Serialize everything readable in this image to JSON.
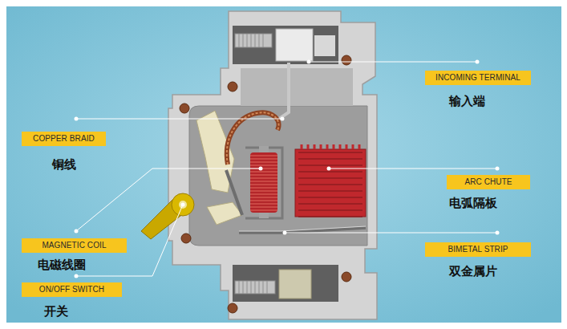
{
  "diagram": {
    "nodes": [
      {
        "text": [
          "INCOMING TERMINAL",
          "输入端"
        ]
      },
      {
        "text": [
          "COPPER BRAID",
          "铜线"
        ]
      },
      {
        "text": [
          "ARC CHUTE",
          "电弧隔板"
        ]
      },
      {
        "text": [
          "MAGNETIC COIL",
          "电磁线圈"
        ]
      },
      {
        "text": [
          "BIMETAL STRIP",
          "双金属片"
        ]
      },
      {
        "text": [
          "ON/OFF SWITCH",
          "开关"
        ]
      }
    ]
  }
}
